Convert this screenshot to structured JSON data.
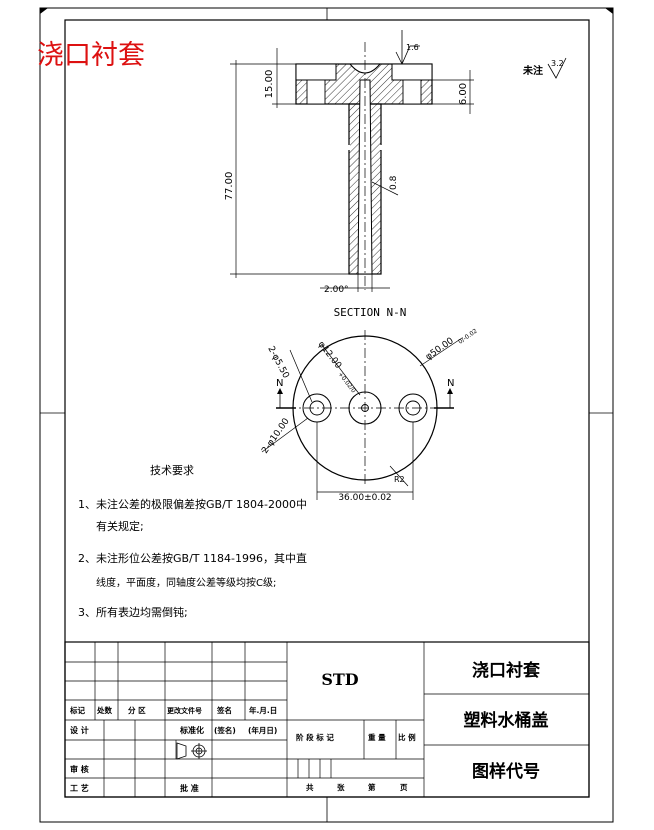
{
  "stamp_title": "浇口衬套",
  "colors": {
    "stamp": "#dd1111",
    "line": "#000000",
    "hatch": "#000000"
  },
  "section_view": {
    "dim_top_height": "15.00",
    "dim_total_height": "77.00",
    "dim_right_height": "6.00",
    "dim_bottom_width": "2.00°",
    "dim_taper": "0.8",
    "surface_roughness_top": "1.6",
    "title": "SECTION N-N"
  },
  "rest_surface": {
    "label": "未注",
    "value": "3.2"
  },
  "top_view": {
    "dim_outer_diameter": "φ50.00",
    "dim_outer_tol": "0/-0.02",
    "dim_bore_diameter": "φ12.00",
    "dim_bore_tol": "+0.02/0",
    "dim_holes_small": "2-φ5.50",
    "dim_holes_large": "2-φ10.00",
    "dim_hole_spacing": "36.00±0.02",
    "section_mark_left": "N",
    "section_mark_right": "N",
    "dim_r": "R2"
  },
  "tech_requirements": {
    "heading": "技术要求",
    "line1": "1、未注公差的极限偏差按GB/T 1804-2000中",
    "line1b": "有关规定;",
    "line2": "2、未注形位公差按GB/T 1184-1996，其中直",
    "line2b": "线度，平面度，同轴度公差等级均按C级;",
    "line3": "3、所有表边均需倒钝;"
  },
  "title_block": {
    "rev_headers": [
      "标记",
      "处数",
      "分 区",
      "更改文件号",
      "签名",
      "年.月.日"
    ],
    "design": "设 计",
    "std_mark": "标准化",
    "sign": "(签名)",
    "date": "(年月日)",
    "review": "审 核",
    "process": "工 艺",
    "approve": "批 准",
    "stage_headers": [
      "阶 段 标 记",
      "重 量",
      "比 例"
    ],
    "sheet_info": [
      "共",
      "张",
      "第",
      "页"
    ],
    "std": "STD",
    "part_name": "浇口衬套",
    "assembly_name": "塑料水桶盖",
    "drawing_code": "图样代号"
  }
}
